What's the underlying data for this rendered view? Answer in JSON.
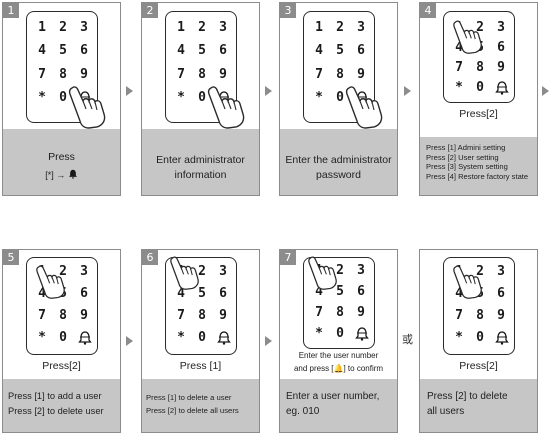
{
  "keys": [
    "1",
    "2",
    "3",
    "4",
    "5",
    "6",
    "7",
    "8",
    "9",
    "*",
    "0"
  ],
  "steps": [
    {
      "num": "1",
      "caption": "",
      "gray_lines": [
        "Press",
        "[*] → 🔔"
      ]
    },
    {
      "num": "2",
      "caption": "",
      "gray_lines": [
        "Enter administrator",
        "information"
      ]
    },
    {
      "num": "3",
      "caption": "",
      "gray_lines": [
        "Enter the administrator",
        "password"
      ]
    },
    {
      "num": "4",
      "caption": "Press[2]",
      "gray_lines": []
    },
    {
      "num": "5",
      "caption": "Press[2]",
      "gray_lines": [
        "Press [1] to add a user",
        "Press [2] to delete  user"
      ]
    },
    {
      "num": "6",
      "caption": "Press  [1]",
      "gray_lines": [
        "Press [1] to delete a user",
        "Press [2] to delete all users"
      ]
    },
    {
      "num": "7",
      "caption_lines": [
        "Enter the user number",
        "and press [🔔] to confirm"
      ],
      "gray_lines": [
        "Enter a user number,",
        "eg. 010"
      ]
    },
    {
      "num": "",
      "caption": "Press[2]",
      "gray_lines": [
        "Press [2] to delete",
        "all users"
      ]
    }
  ],
  "step4_list": [
    "Press [1] Admini setting",
    "Press [2] User setting",
    "Press [3] System setting",
    "Press [4]  Restore factory state"
  ],
  "or_label": "或",
  "icons": {
    "arrow": "triangle-right-icon",
    "bell": "bell-icon",
    "hand": "pointing-hand-icon"
  }
}
